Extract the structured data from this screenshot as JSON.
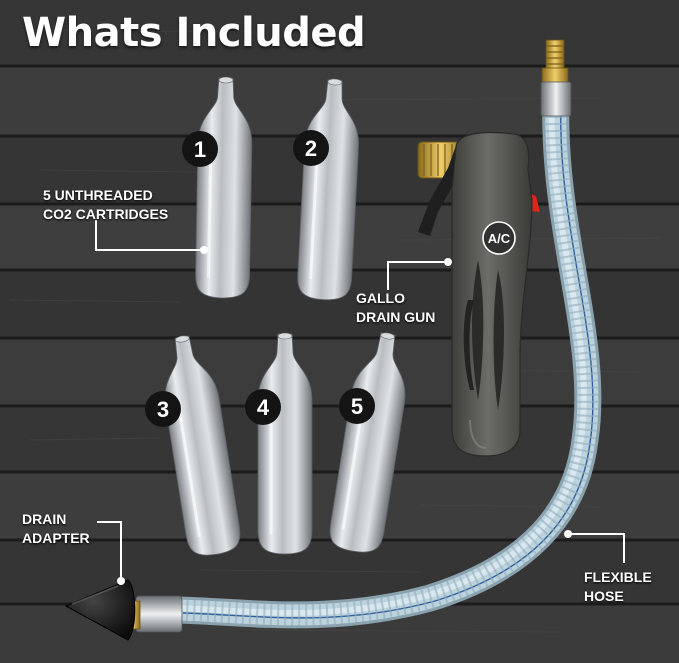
{
  "title": "Whats Included",
  "labels": {
    "cartridges": [
      "5 UNTHREADED",
      "CO2 CARTRIDGES"
    ],
    "gun": [
      "GALLO",
      "DRAIN GUN"
    ],
    "adapter": [
      "DRAIN",
      "ADAPTER"
    ],
    "hose": [
      "FLEXIBLE",
      "HOSE"
    ]
  },
  "gun_badge": "A/C",
  "numbers": [
    "1",
    "2",
    "3",
    "4",
    "5"
  ],
  "colors": {
    "background": "#3a3a3a",
    "plank_line": "#1c1c1c",
    "badge": "#141414",
    "text": "#ffffff",
    "cartridge": "#b8bcc0",
    "gun_body": "#5e5f5a",
    "brass": "#c9a23a",
    "hose": "#b8d0dc",
    "trigger_red": "#e0261b"
  }
}
